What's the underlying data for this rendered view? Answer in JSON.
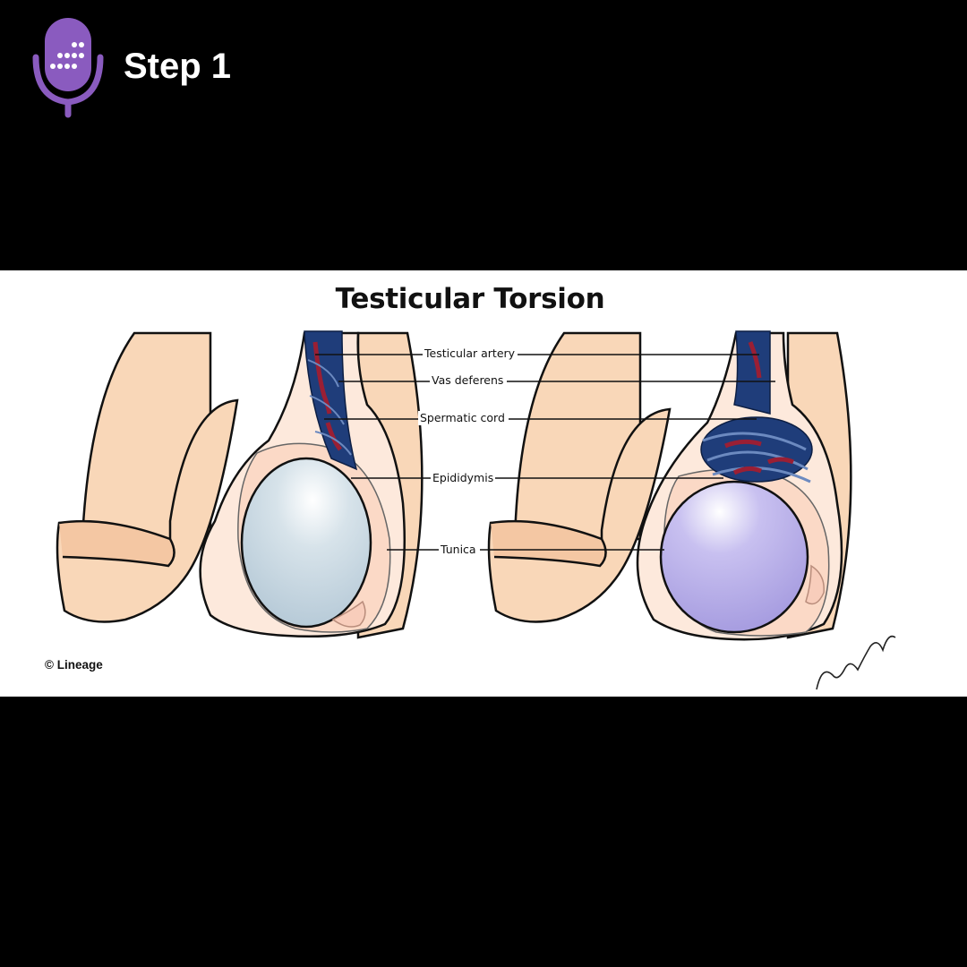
{
  "header": {
    "step_title": "Step 1",
    "logo_icon": "podcast-microphone-icon",
    "accent_color": "#8a5bbf"
  },
  "diagram": {
    "title": "Testicular Torsion",
    "labels": {
      "testicular_artery": "Testicular artery",
      "vas_deferens": "Vas deferens",
      "spermatic_cord": "Spermatic cord",
      "epididymis": "Epididymis",
      "tunica": "Tunica"
    },
    "copyright": "© Lineage",
    "signature": "Vaanand D'Jay",
    "colors": {
      "skin": "#f9d7b8",
      "scrotum_inner": "#fde9dc",
      "testis_normal": "#c2d3df",
      "testis_torsion": "#b2a9e6",
      "vessels_blue": "#1f3d7a",
      "vessels_red": "#9a1f34"
    }
  }
}
